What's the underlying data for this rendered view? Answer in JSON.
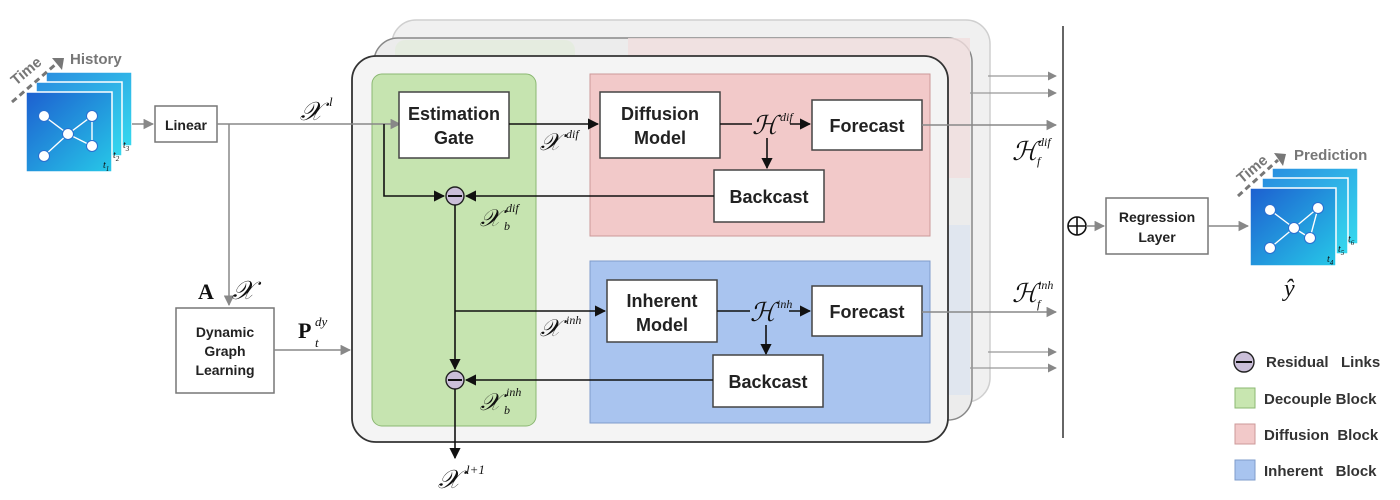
{
  "inputs": {
    "time": "Time",
    "history": "History",
    "frames": [
      "t1",
      "t2",
      "t3"
    ]
  },
  "output": {
    "time": "Time",
    "prediction": "Prediction",
    "frames": [
      "t4",
      "t5",
      "t6"
    ],
    "symbol": "ŷ"
  },
  "boxes": {
    "linear": "Linear",
    "dynamic_graph": [
      "Dynamic",
      "Graph",
      "Learning"
    ],
    "estimation_gate": [
      "Estimation",
      "Gate"
    ],
    "diffusion_model": [
      "Diffusion",
      "Model"
    ],
    "inherent_model": [
      "Inherent",
      "Model"
    ],
    "forecast_dif": "Forecast",
    "forecast_inh": "Forecast",
    "backcast_dif": "Backcast",
    "backcast_inh": "Backcast",
    "regression": [
      "Regression",
      "Layer"
    ]
  },
  "math": {
    "X_l": {
      "base": "𝒳",
      "sup": "l"
    },
    "X_dif": {
      "base": "𝒳",
      "sup": "dif"
    },
    "X_inh": {
      "base": "𝒳",
      "sup": "inh"
    },
    "X_b_dif": {
      "base": "𝒳",
      "sup": "dif",
      "sub": "b"
    },
    "X_b_inh": {
      "base": "𝒳",
      "sup": "inh",
      "sub": "b"
    },
    "X_next": {
      "base": "𝒳",
      "sup": "l+1"
    },
    "H_dif": {
      "base": "ℋ",
      "sup": "dif"
    },
    "H_inh": {
      "base": "ℋ",
      "sup": "inh"
    },
    "H_f_dif": {
      "base": "ℋ",
      "sup": "dif",
      "sub": "f"
    },
    "H_f_inh": {
      "base": "ℋ",
      "sup": "inh",
      "sub": "f"
    },
    "A": "A",
    "X": "𝒳",
    "P": {
      "base": "P",
      "sup": "dy",
      "sub": "t"
    },
    "oplus": "⊕"
  },
  "legend": [
    {
      "label": "Residual   Links",
      "kind": "residual"
    },
    {
      "label": "Decouple Block",
      "kind": "swatch",
      "color": "#c8e6b0"
    },
    {
      "label": "Diffusion  Block",
      "kind": "swatch",
      "color": "#f2c9c9"
    },
    {
      "label": "Inherent   Block",
      "kind": "swatch",
      "color": "#a8c4ef"
    }
  ],
  "colors": {
    "decouple": "#c6e4b0",
    "diffusion": "#f2c9c9",
    "inherent": "#a9c4ef",
    "frame": "#3a3a3a",
    "graph_blue": "#1f7fd6",
    "graph_cyan": "#22c6e6"
  }
}
